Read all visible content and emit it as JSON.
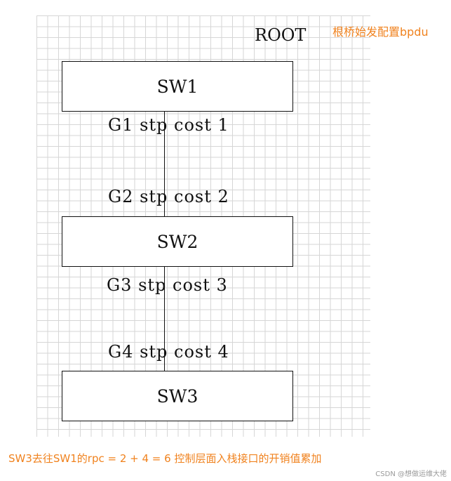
{
  "diagram": {
    "root_label": "ROOT",
    "switches": [
      {
        "id": "sw1",
        "label": "SW1"
      },
      {
        "id": "sw2",
        "label": "SW2"
      },
      {
        "id": "sw3",
        "label": "SW3"
      }
    ],
    "ports": [
      {
        "id": "g1",
        "label": "G1 stp cost 1"
      },
      {
        "id": "g2",
        "label": "G2 stp cost 2"
      },
      {
        "id": "g3",
        "label": "G3 stp cost 3"
      },
      {
        "id": "g4",
        "label": "G4 stp cost 4"
      }
    ]
  },
  "annotations": {
    "top_right": "根桥始发配置bpdu",
    "bottom": "SW3去往SW1的rpc = 2 + 4 = 6  控制层面入栈接口的开销值累加"
  },
  "watermark": "CSDN @想做运维大佬",
  "colors": {
    "annotation": "#f0821e",
    "grid_line": "#d6d6d6",
    "stroke": "#111111"
  }
}
